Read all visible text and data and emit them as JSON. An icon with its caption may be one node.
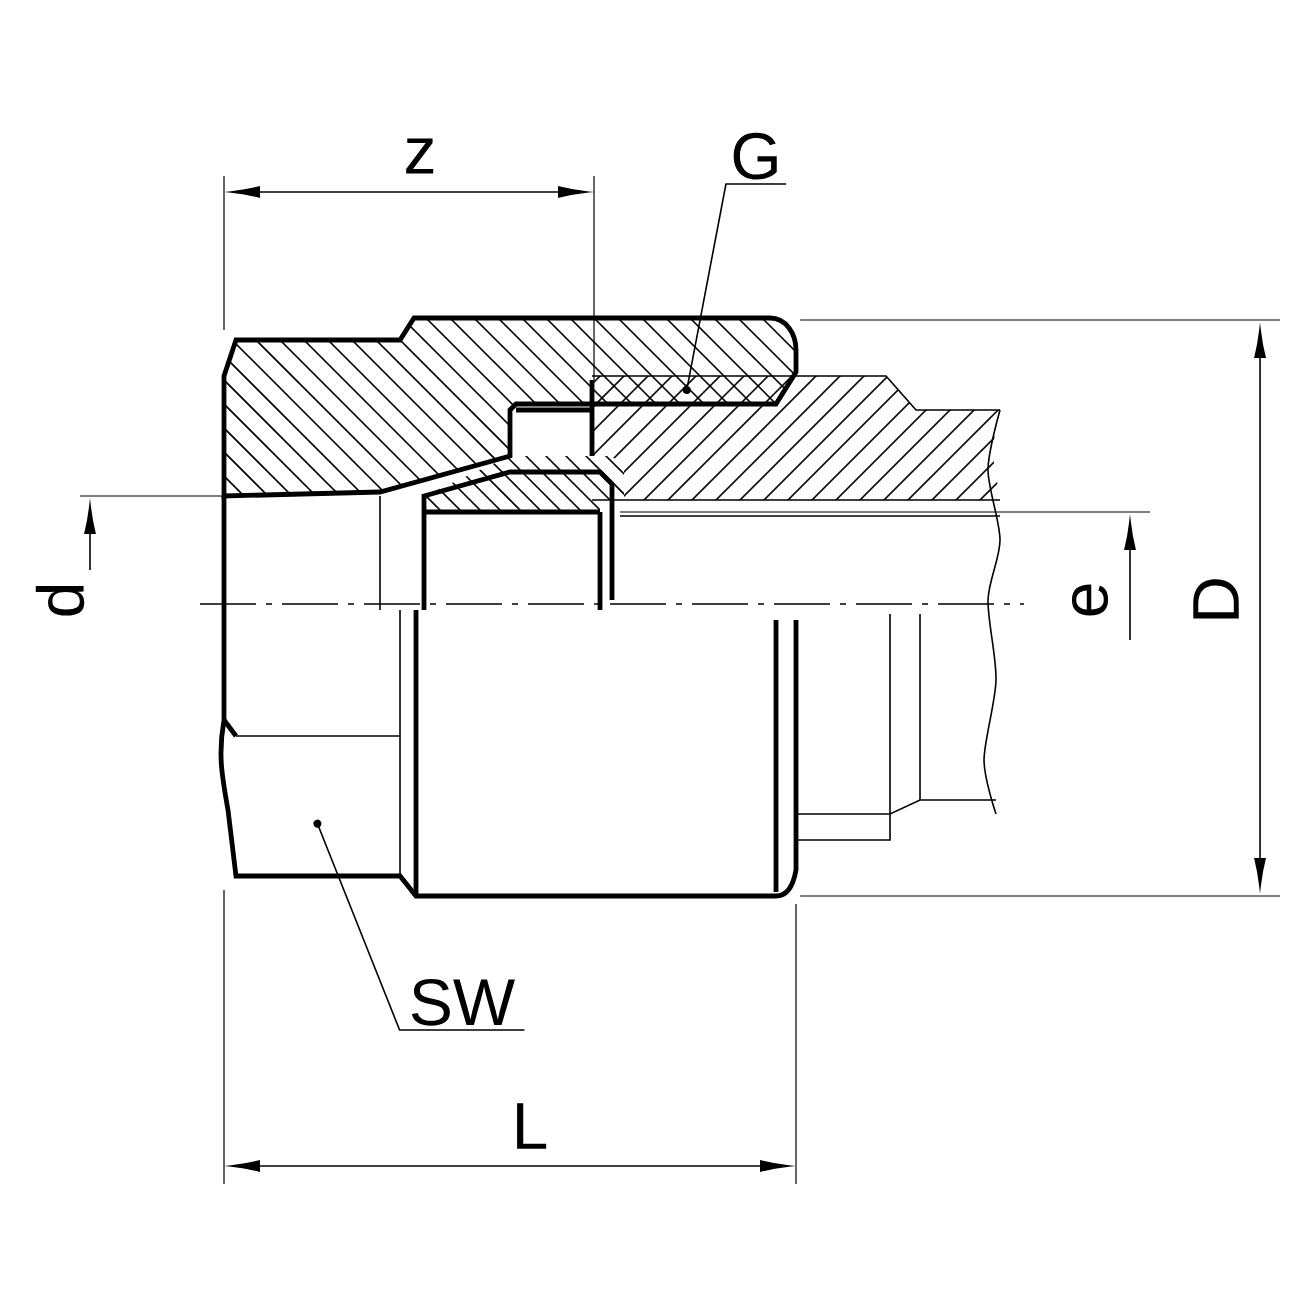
{
  "diagram": {
    "nodes": [
      {
        "text": [
          "G"
        ]
      },
      {
        "text": [
          "SW"
        ]
      }
    ],
    "edges": [
      {
        "from": 0,
        "to": null,
        "arrow": "to"
      },
      {
        "from": 1,
        "to": null,
        "arrow": "to"
      }
    ],
    "labels": [
      "z",
      "d",
      "e",
      "D",
      "L"
    ]
  }
}
